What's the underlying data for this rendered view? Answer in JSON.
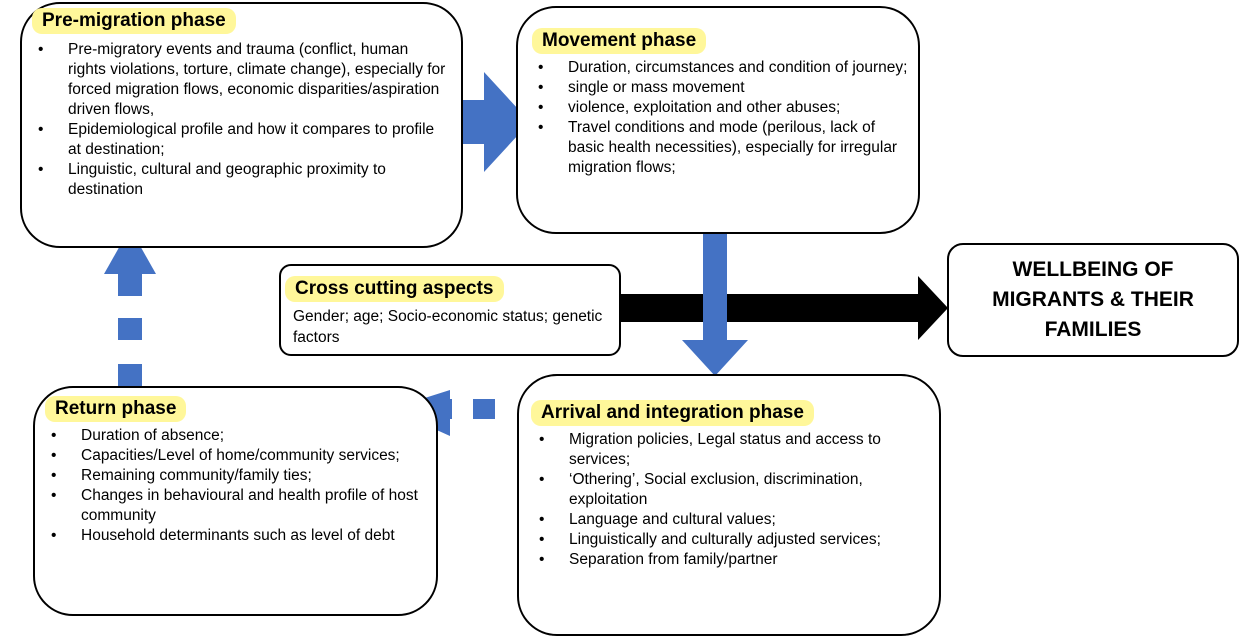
{
  "pre_migration": {
    "title": "Pre-migration phase",
    "items": [
      "Pre-migratory events and trauma (conflict, human rights violations, torture, climate change), especially for forced migration flows, economic disparities/aspiration driven flows,",
      "Epidemiological profile and how it compares to profile at destination;",
      "Linguistic, cultural and geographic proximity to destination"
    ]
  },
  "movement": {
    "title": "Movement phase",
    "items": [
      "Duration, circumstances and condition of journey;",
      "single or mass movement",
      "violence, exploitation and other abuses;",
      "Travel conditions and mode (perilous, lack of basic health necessities), especially for irregular migration flows;"
    ]
  },
  "cross_cutting": {
    "title": "Cross cutting aspects",
    "text": "Gender; age; Socio-economic status; genetic factors"
  },
  "wellbeing": {
    "text": "WELLBEING OF\nMIGRANTS & THEIR\nFAMILIES"
  },
  "arrival": {
    "title": "Arrival and integration phase",
    "items": [
      "Migration policies, Legal status and access to services;",
      "‘Othering’, Social exclusion, discrimination, exploitation",
      "Language and cultural values;",
      "Linguistically and culturally adjusted services;",
      "Separation from family/partner"
    ]
  },
  "return": {
    "title": "Return phase",
    "items": [
      "Duration of absence;",
      "Capacities/Level of home/community services;",
      "Remaining community/family ties;",
      "Changes in behavioural and health profile of host community",
      "Household determinants such as level of debt"
    ]
  },
  "colors": {
    "arrow_blue": "#4472c4",
    "arrow_black": "#000000",
    "title_highlight": "#fff79a"
  }
}
